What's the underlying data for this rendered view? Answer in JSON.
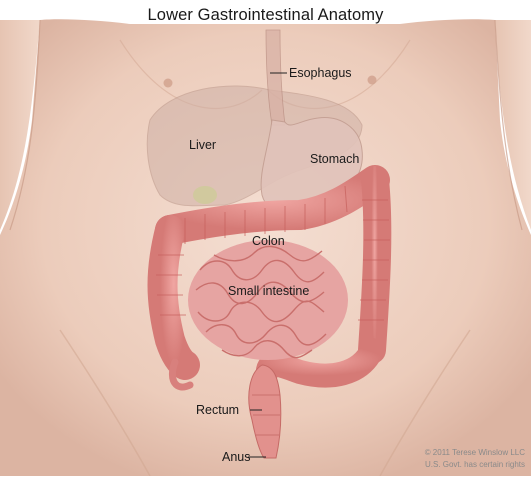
{
  "title": "Lower Gastrointestinal Anatomy",
  "labels": {
    "esophagus": "Esophagus",
    "liver": "Liver",
    "stomach": "Stomach",
    "colon": "Colon",
    "small_intestine": "Small intestine",
    "rectum": "Rectum",
    "anus": "Anus"
  },
  "credit": {
    "line1": "© 2011 Terese Winslow LLC",
    "line2": "U.S. Govt. has certain rights"
  },
  "colors": {
    "skin": "#eed2c4",
    "skin_shadow": "#d9b2a1",
    "colon": "#e7918f",
    "colon_dark": "#c86865",
    "small_intestine": "#e49c9c",
    "stomach": "#dcbcb4",
    "liver": "#c9aaa0"
  }
}
